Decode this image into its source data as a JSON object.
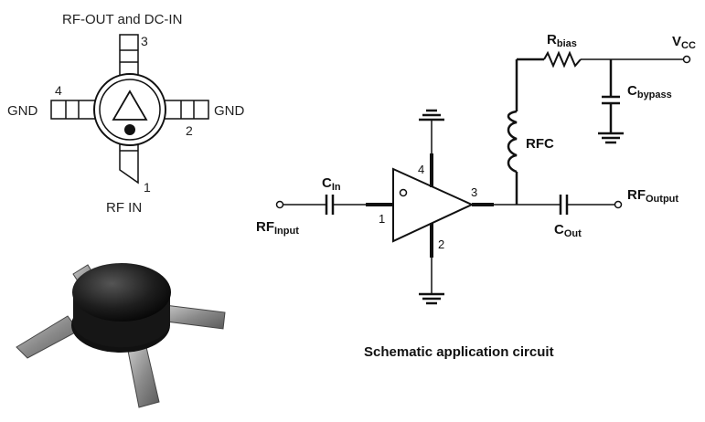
{
  "package_view": {
    "top_label": "RF-OUT and DC-IN",
    "left_label": "GND",
    "right_label": "GND",
    "bottom_label": "RF IN",
    "pin_numbers": [
      "1",
      "2",
      "3",
      "4"
    ]
  },
  "schematic": {
    "rf_input": {
      "main": "RF",
      "sub": "Input"
    },
    "rf_output": {
      "main": "RF",
      "sub": "Output"
    },
    "c_in": {
      "main": "C",
      "sub": "In"
    },
    "c_out": {
      "main": "C",
      "sub": "Out"
    },
    "r_bias": {
      "main": "R",
      "sub": "bias"
    },
    "c_bypass": {
      "main": "C",
      "sub": "bypass"
    },
    "vcc": {
      "main": "V",
      "sub": "CC"
    },
    "rfc": "RFC",
    "pin_numbers": [
      "1",
      "2",
      "3",
      "4"
    ]
  },
  "caption": "Schematic application circuit"
}
